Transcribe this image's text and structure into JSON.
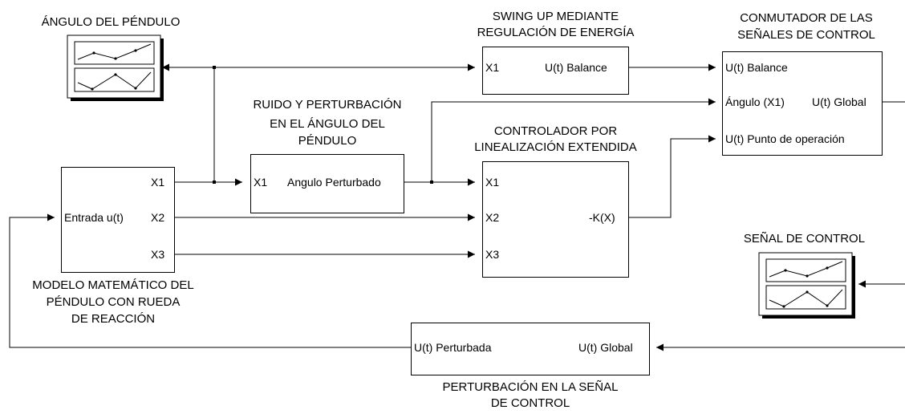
{
  "blocks": {
    "modelo": {
      "title_lines": [
        "MODELO MATEMÁTICO DEL",
        "PÉNDULO CON RUEDA",
        "DE REACCIÓN"
      ],
      "in_ports": [
        "Entrada u(t)"
      ],
      "out_ports": [
        "X1",
        "X2",
        "X3"
      ]
    },
    "ruido": {
      "title_lines": [
        "RUIDO Y PERTURBACIÓN",
        "EN EL ÁNGULO DEL",
        "PÉNDULO"
      ],
      "in_ports": [
        "X1"
      ],
      "out_ports": [
        "Angulo Perturbado"
      ]
    },
    "swing": {
      "title_lines": [
        "SWING UP MEDIANTE",
        "REGULACIÓN DE ENERGÍA"
      ],
      "in_ports": [
        "X1"
      ],
      "out_ports": [
        "U(t) Balance"
      ]
    },
    "controlador": {
      "title_lines": [
        "CONTROLADOR POR",
        "LINEALIZACIÓN EXTENDIDA"
      ],
      "in_ports": [
        "X1",
        "X2",
        "X3"
      ],
      "out_ports": [
        "-K(X)"
      ]
    },
    "conmutador": {
      "title_lines": [
        "CONMUTADOR DE LAS",
        "SEÑALES DE CONTROL"
      ],
      "in_ports": [
        "U(t) Balance",
        "Ángulo (X1)",
        "U(t) Punto de operación"
      ],
      "out_ports": [
        "U(t) Global"
      ]
    },
    "perturbacion": {
      "title_lines": [
        "PERTURBACIÓN EN LA SEÑAL",
        "DE CONTROL"
      ],
      "in_ports": [
        "U(t) Global"
      ],
      "out_ports": [
        "U(t) Perturbada"
      ]
    }
  },
  "scopes": {
    "angulo": {
      "title": "ÁNGULO DEL PÉNDULO"
    },
    "senal": {
      "title": "SEÑAL DE CONTROL"
    }
  },
  "colors": {
    "line": "#000000",
    "background": "#ffffff"
  }
}
